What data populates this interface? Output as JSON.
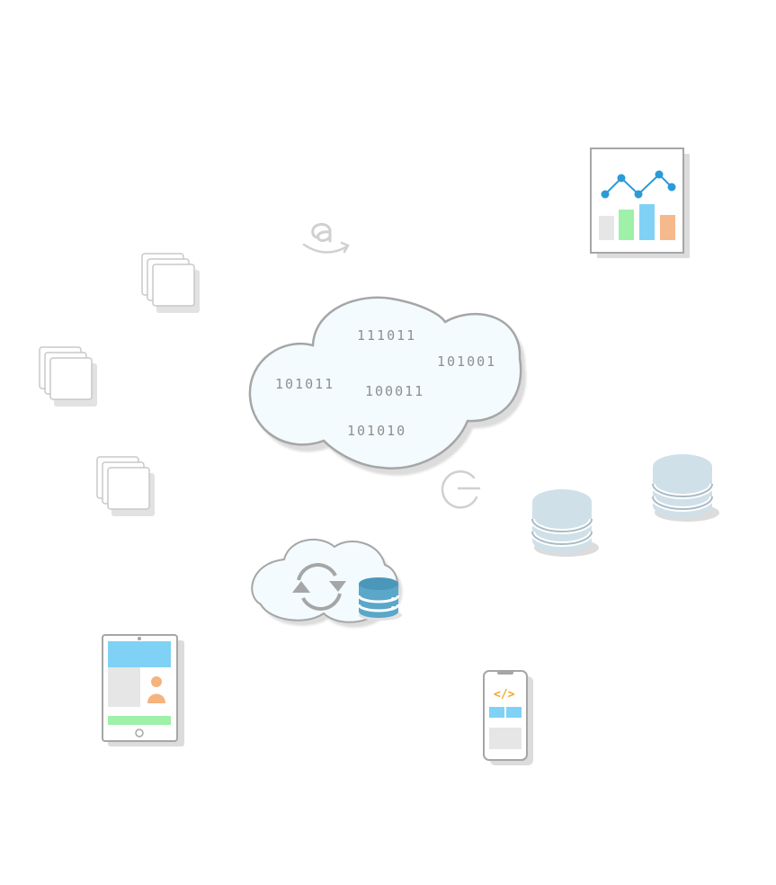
{
  "cloud": {
    "binary": [
      "111011",
      "101001",
      "101011",
      "100011",
      "101010"
    ]
  },
  "phone": {
    "code_symbol": "</>"
  },
  "icons": [
    "amazon-icon",
    "google-icon",
    "analytics-chart-icon",
    "document-stack-icon",
    "database-icon",
    "cloud-sync-icon",
    "tablet-icon",
    "smartphone-icon"
  ],
  "colors": {
    "cloud_fill": "#f3fbfe",
    "outline": "#a6a6a6",
    "database": "#cfe0e8",
    "database_band": "#a9bcc4",
    "accent_blue": "#2b9bd8",
    "screen_blue": "#7fd2f5",
    "bar_green": "#9ff0a9",
    "bar_orange": "#f6b98b",
    "code_orange": "#f4a623",
    "avatar_orange": "#f5b37d"
  }
}
